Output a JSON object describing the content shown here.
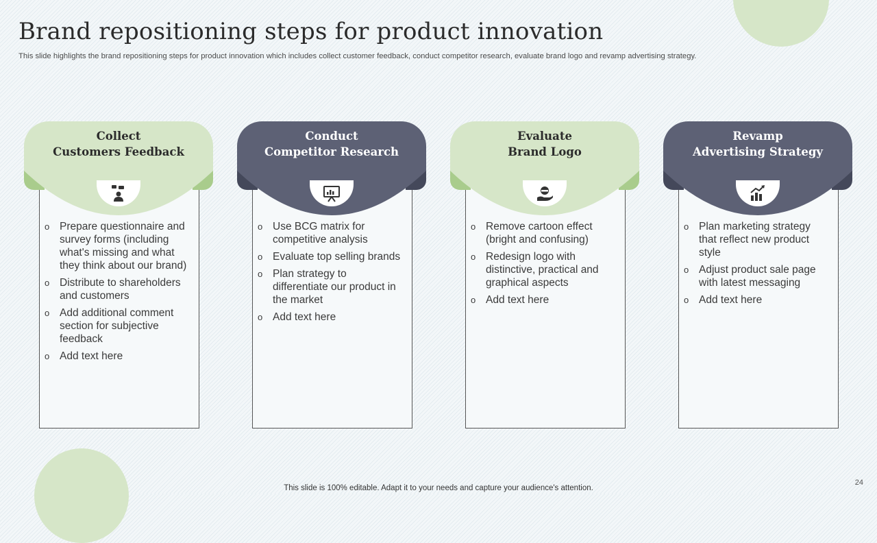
{
  "slide": {
    "title": "Brand repositioning steps for product innovation",
    "subtitle": "This slide highlights the brand repositioning steps for product innovation which includes collect customer feedback, conduct competitor research, evaluate brand logo and revamp advertising strategy.",
    "footer": "This slide is 100% editable. Adapt it to your needs and capture your audience's attention.",
    "page_number": "24"
  },
  "colors": {
    "green_header": "#d6e6c8",
    "slate_header": "#5d6175",
    "green_tab": "#a9cc8c",
    "slate_tab": "#44485a"
  },
  "cards": [
    {
      "title_line1": "Collect",
      "title_line2": "Customers Feedback",
      "icon": "customer-feedback-icon",
      "bullets": [
        "Prepare questionnaire and survey forms (including what's missing and what they think about our brand)",
        "Distribute to shareholders and customers",
        "Add additional comment section for subjective feedback",
        "Add text here"
      ]
    },
    {
      "title_line1": "Conduct",
      "title_line2": "Competitor Research",
      "icon": "presentation-chart-icon",
      "bullets": [
        "Use BCG matrix for competitive analysis",
        "Evaluate top selling brands",
        "Plan strategy to differentiate our product in the market",
        "Add text here"
      ]
    },
    {
      "title_line1": "Evaluate",
      "title_line2": "Brand Logo",
      "icon": "hand-badge-icon",
      "bullets": [
        "Remove cartoon effect (bright and confusing)",
        "Redesign logo with distinctive, practical and graphical aspects",
        "Add text here"
      ]
    },
    {
      "title_line1": "Revamp",
      "title_line2": "Advertising Strategy",
      "icon": "growth-chart-icon",
      "bullets": [
        "Plan marketing strategy that reflect new product style",
        "Adjust product sale page with latest messaging",
        "Add text here"
      ]
    }
  ]
}
